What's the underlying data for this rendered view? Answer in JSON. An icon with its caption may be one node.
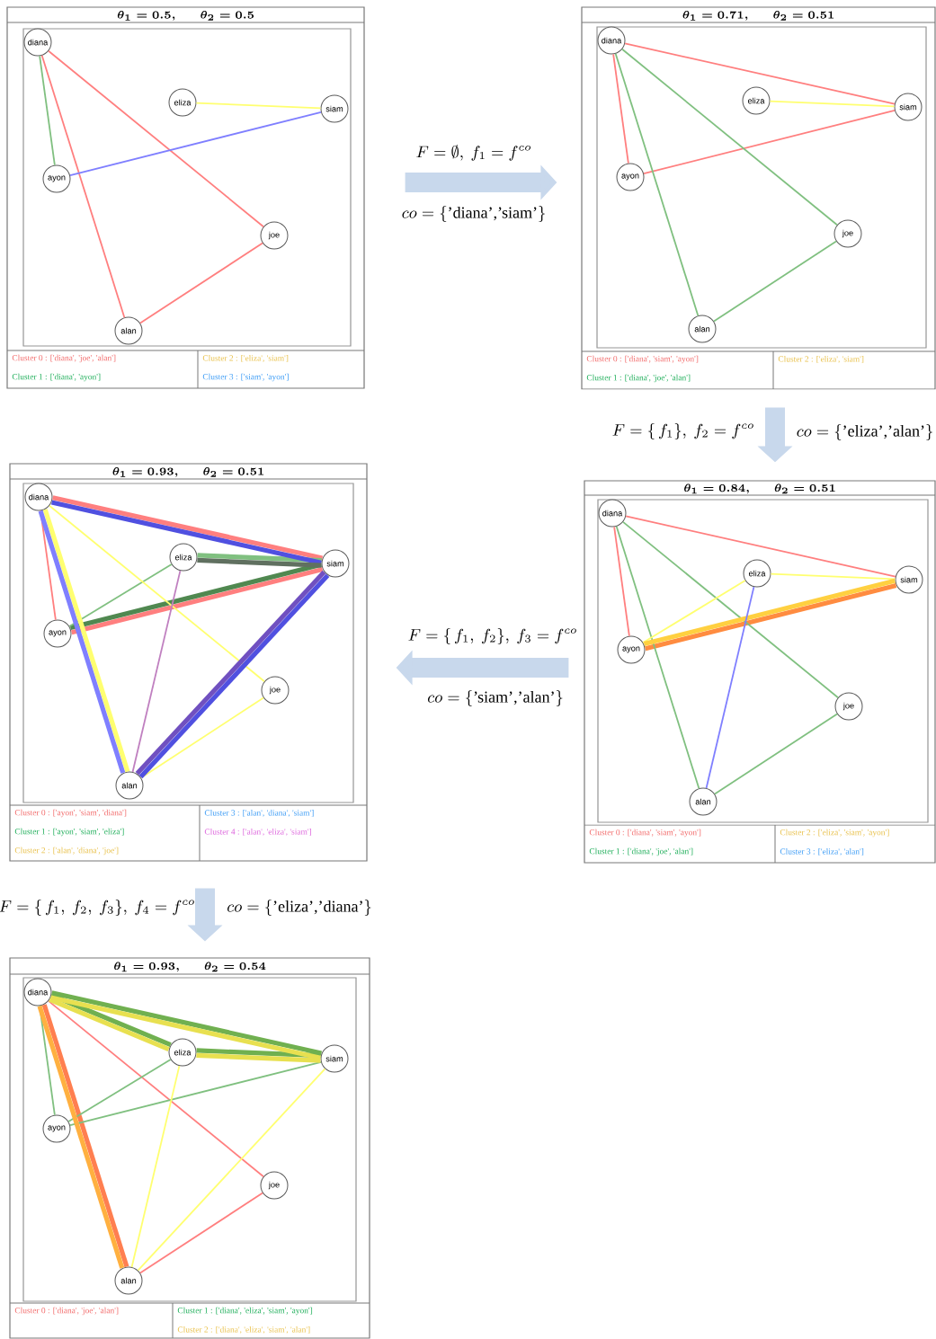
{
  "diagram": {
    "nodes": [
      {
        "text": [
          "\\theta_1 = 0.5,\\qquad \\theta_2 = 0.5",
          "Cluster 0 :  ['diana', 'joe', 'alan']",
          "Cluster 1 :  ['diana', 'ayon']",
          "Cluster 2 :  ['eliza', 'siam']",
          "Cluster 3 :  ['siam', 'ayon']"
        ]
      },
      {
        "text": [
          "diana"
        ],
        "in": 0
      },
      {
        "text": [
          "eliza"
        ],
        "in": 0
      },
      {
        "text": [
          "siam"
        ],
        "in": 0
      },
      {
        "text": [
          "ayon"
        ],
        "in": 0
      },
      {
        "text": [
          "joe"
        ],
        "in": 0
      },
      {
        "text": [
          "alan"
        ],
        "in": 0
      },
      {
        "text": [
          "\\theta_1 = 0.71,\\qquad \\theta_2 = 0.51",
          "Cluster 0 :  ['diana', 'siam', 'ayon']",
          "Cluster 1 :  ['diana', 'joe', 'alan']",
          "Cluster 2 :  ['eliza', 'siam']"
        ]
      },
      {
        "text": [
          "diana"
        ],
        "in": 7
      },
      {
        "text": [
          "eliza"
        ],
        "in": 7
      },
      {
        "text": [
          "siam"
        ],
        "in": 7
      },
      {
        "text": [
          "ayon"
        ],
        "in": 7
      },
      {
        "text": [
          "joe"
        ],
        "in": 7
      },
      {
        "text": [
          "alan"
        ],
        "in": 7
      },
      {
        "text": [
          "\\theta_1 = 0.93,\\qquad \\theta_2 = 0.51",
          "Cluster 0 :  ['ayon', 'siam', 'diana']",
          "Cluster 1 :  ['ayon', 'siam', 'eliza']",
          "Cluster 2 :  ['alan', 'diana', 'joe']",
          "Cluster 3 :  ['alan', 'diana', 'siam']",
          "Cluster 4 :  ['alan', 'eliza', 'siam']"
        ]
      },
      {
        "text": [
          "diana"
        ],
        "in": 14
      },
      {
        "text": [
          "eliza"
        ],
        "in": 14
      },
      {
        "text": [
          "siam"
        ],
        "in": 14
      },
      {
        "text": [
          "ayon"
        ],
        "in": 14
      },
      {
        "text": [
          "joe"
        ],
        "in": 14
      },
      {
        "text": [
          "alan"
        ],
        "in": 14
      },
      {
        "text": [
          "\\theta_1 = 0.84,\\qquad \\theta_2 = 0.51",
          "Cluster 0 :  ['diana', 'siam', 'ayon']",
          "Cluster 1 :  ['diana', 'joe', 'alan']",
          "Cluster 2 :  ['eliza', 'siam', 'ayon']",
          "Cluster 3 :  ['eliza', 'alan']"
        ]
      },
      {
        "text": [
          "diana"
        ],
        "in": 21
      },
      {
        "text": [
          "eliza"
        ],
        "in": 21
      },
      {
        "text": [
          "siam"
        ],
        "in": 21
      },
      {
        "text": [
          "ayon"
        ],
        "in": 21
      },
      {
        "text": [
          "joe"
        ],
        "in": 21
      },
      {
        "text": [
          "alan"
        ],
        "in": 21
      },
      {
        "text": [
          "\\theta_1 = 0.93,\\qquad \\theta_2 = 0.54",
          "Cluster 0 :  ['diana', 'joe', 'alan']",
          "Cluster 1 :  ['diana', 'eliza', 'siam', 'ayon']",
          "Cluster 2 :  ['diana', 'eliza', 'siam', 'alan']"
        ]
      },
      {
        "text": [
          "diana"
        ],
        "in": 28
      },
      {
        "text": [
          "eliza"
        ],
        "in": 28
      },
      {
        "text": [
          "siam"
        ],
        "in": 28
      },
      {
        "text": [
          "ayon"
        ],
        "in": 28
      },
      {
        "text": [
          "joe"
        ],
        "in": 28
      },
      {
        "text": [
          "alan"
        ],
        "in": 28
      }
    ],
    "edges": [
      {
        "from": 1,
        "to": 5,
        "arrow": "none",
        "color": "#ff7f7f"
      },
      {
        "from": 1,
        "to": 6,
        "arrow": "none",
        "color": "#ff7f7f"
      },
      {
        "from": 5,
        "to": 6,
        "arrow": "none",
        "color": "#ff7f7f"
      },
      {
        "from": 1,
        "to": 4,
        "arrow": "none",
        "color": "#80c080"
      },
      {
        "from": 2,
        "to": 3,
        "arrow": "none",
        "color": "#ffff70"
      },
      {
        "from": 3,
        "to": 4,
        "arrow": "none",
        "color": "#7f7fff"
      },
      {
        "from": 8,
        "to": 10,
        "arrow": "none",
        "color": "#ff7f7f"
      },
      {
        "from": 8,
        "to": 11,
        "arrow": "none",
        "color": "#ff7f7f"
      },
      {
        "from": 10,
        "to": 11,
        "arrow": "none",
        "color": "#ff7f7f"
      },
      {
        "from": 8,
        "to": 12,
        "arrow": "none",
        "color": "#80c080"
      },
      {
        "from": 8,
        "to": 13,
        "arrow": "none",
        "color": "#80c080"
      },
      {
        "from": 12,
        "to": 13,
        "arrow": "none",
        "color": "#80c080"
      },
      {
        "from": 9,
        "to": 10,
        "arrow": "none",
        "color": "#ffff70"
      },
      {
        "from": 18,
        "to": 17,
        "arrow": "none",
        "style": "thick",
        "color": "#ff7f7f"
      },
      {
        "from": 18,
        "to": 15,
        "arrow": "none",
        "color": "#ff7f7f"
      },
      {
        "from": 17,
        "to": 15,
        "arrow": "none",
        "style": "thick",
        "color": "#ff7f7f"
      },
      {
        "from": 18,
        "to": 17,
        "arrow": "none",
        "style": "thick",
        "color": "#508850"
      },
      {
        "from": 18,
        "to": 16,
        "arrow": "none",
        "color": "#80c080"
      },
      {
        "from": 17,
        "to": 16,
        "arrow": "none",
        "style": "thick",
        "color": "#80c080"
      },
      {
        "from": 20,
        "to": 15,
        "arrow": "none",
        "style": "thick",
        "color": "#ffff70"
      },
      {
        "from": 20,
        "to": 19,
        "arrow": "none",
        "color": "#ffff70"
      },
      {
        "from": 15,
        "to": 19,
        "arrow": "none",
        "color": "#ffff70"
      },
      {
        "from": 20,
        "to": 15,
        "arrow": "none",
        "style": "thick",
        "color": "#7f7fff"
      },
      {
        "from": 20,
        "to": 17,
        "arrow": "none",
        "style": "thick",
        "color": "#5050e0"
      },
      {
        "from": 15,
        "to": 17,
        "arrow": "none",
        "style": "thick",
        "color": "#5050e0"
      },
      {
        "from": 20,
        "to": 16,
        "arrow": "none",
        "color": "#c080c0"
      },
      {
        "from": 20,
        "to": 17,
        "arrow": "none",
        "style": "thick",
        "color": "#7050c0"
      },
      {
        "from": 16,
        "to": 17,
        "arrow": "none",
        "style": "thick",
        "color": "#607060"
      },
      {
        "from": 22,
        "to": 24,
        "arrow": "none",
        "color": "#ff7f7f"
      },
      {
        "from": 22,
        "to": 25,
        "arrow": "none",
        "color": "#ff7f7f"
      },
      {
        "from": 24,
        "to": 25,
        "arrow": "none",
        "style": "thick",
        "color": "#ff8c40"
      },
      {
        "from": 22,
        "to": 26,
        "arrow": "none",
        "color": "#80c080"
      },
      {
        "from": 22,
        "to": 27,
        "arrow": "none",
        "color": "#80c080"
      },
      {
        "from": 26,
        "to": 27,
        "arrow": "none",
        "color": "#80c080"
      },
      {
        "from": 23,
        "to": 24,
        "arrow": "none",
        "color": "#ffff70"
      },
      {
        "from": 23,
        "to": 25,
        "arrow": "none",
        "color": "#ffff70"
      },
      {
        "from": 24,
        "to": 25,
        "arrow": "none",
        "style": "thick",
        "color": "#ffd040"
      },
      {
        "from": 23,
        "to": 27,
        "arrow": "none",
        "color": "#7f7fff"
      },
      {
        "from": 29,
        "to": 33,
        "arrow": "none",
        "color": "#ff7f7f"
      },
      {
        "from": 29,
        "to": 34,
        "arrow": "none",
        "style": "thick",
        "color": "#ff7f50"
      },
      {
        "from": 33,
        "to": 34,
        "arrow": "none",
        "color": "#ff7f7f"
      },
      {
        "from": 29,
        "to": 30,
        "arrow": "none",
        "style": "thick",
        "color": "#70b050"
      },
      {
        "from": 29,
        "to": 31,
        "arrow": "none",
        "style": "thick",
        "color": "#70b050"
      },
      {
        "from": 29,
        "to": 32,
        "arrow": "none",
        "color": "#80c080"
      },
      {
        "from": 30,
        "to": 31,
        "arrow": "none",
        "style": "thick",
        "color": "#70b050"
      },
      {
        "from": 30,
        "to": 32,
        "arrow": "none",
        "color": "#80c080"
      },
      {
        "from": 31,
        "to": 32,
        "arrow": "none",
        "color": "#80c080"
      },
      {
        "from": 29,
        "to": 30,
        "arrow": "none",
        "style": "thick",
        "color": "#e8e050"
      },
      {
        "from": 29,
        "to": 31,
        "arrow": "none",
        "style": "thick",
        "color": "#e8e050"
      },
      {
        "from": 29,
        "to": 34,
        "arrow": "none",
        "style": "thick",
        "color": "#ffb040"
      },
      {
        "from": 30,
        "to": 31,
        "arrow": "none",
        "style": "thick",
        "color": "#e8e050"
      },
      {
        "from": 30,
        "to": 34,
        "arrow": "none",
        "color": "#ffff70"
      },
      {
        "from": 31,
        "to": 34,
        "arrow": "none",
        "color": "#ffff70"
      },
      {
        "from": 0,
        "to": 7,
        "arrow": "to",
        "style": "thick",
        "color": "#c8d8ec",
        "label": "F = \\emptyset,\\ f_1 = f^{co}"
      },
      {
        "from": 7,
        "to": 21,
        "arrow": "to",
        "style": "thick",
        "color": "#c8d8ec",
        "label": "F = \\{\\, f_1\\},\\ f_2 = f^{co}"
      },
      {
        "from": 21,
        "to": 14,
        "arrow": "to",
        "style": "thick",
        "color": "#c8d8ec",
        "label": "F = \\{\\, f_1,\\ f_2\\},\\ f_3 = f^{co}"
      },
      {
        "from": 14,
        "to": 28,
        "arrow": "to",
        "style": "thick",
        "color": "#c8d8ec",
        "label": "F = \\{\\, f_1,\\ f_2,\\ f_3\\},\\ f_4 = f^{co}"
      }
    ],
    "labels": [
      "co = \\{\\text{'diana','siam'}\\}",
      "co = \\{\\text{'eliza','alan'}\\}",
      "co = \\{\\text{'siam','alan'}\\}",
      "co = \\{\\text{'eliza','diana'}\\}"
    ]
  }
}
